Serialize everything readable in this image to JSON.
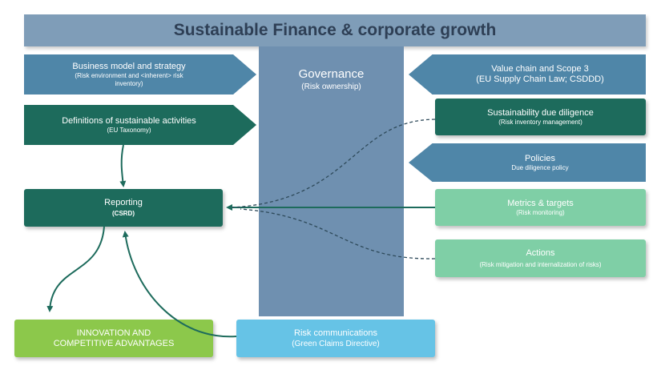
{
  "title": "Sustainable Finance & corporate growth",
  "governance": {
    "title": "Governance",
    "subtitle": "(Risk ownership)"
  },
  "boxes": {
    "business_model": {
      "title": "Business model and strategy",
      "sub": "(Risk environment and <inherent> risk inventory)"
    },
    "definitions": {
      "title": "Definitions of sustainable activities",
      "sub": "(EU Taxonomy)"
    },
    "reporting": {
      "title": "Reporting",
      "sub": "(CSRD)"
    },
    "innovation": {
      "title": "INNOVATION AND",
      "title2": "COMPETITIVE ADVANTAGES"
    },
    "risk_comm": {
      "title": "Risk communications",
      "sub": "(Green Claims Directive)"
    },
    "value_chain": {
      "title": "Value chain and Scope 3",
      "sub": "(EU Supply Chain Law; CSDDD)"
    },
    "due_diligence": {
      "title": "Sustainability due diligence",
      "sub": "(Risk inventory management)"
    },
    "policies": {
      "title": "Policies",
      "sub": "Due diligence policy"
    },
    "metrics": {
      "title": "Metrics & targets",
      "sub": "(Risk monitoring)"
    },
    "actions": {
      "title": "Actions",
      "sub": "(Risk mitigation and internalization of risks)"
    }
  },
  "colors": {
    "banner": "#7f9db8",
    "governance": "#6f90b0",
    "steel_blue": "#4f86a8",
    "dark_green": "#1d6b5c",
    "mint": "#7fcfa6",
    "lime": "#8cc84b",
    "sky": "#66c3e6"
  }
}
